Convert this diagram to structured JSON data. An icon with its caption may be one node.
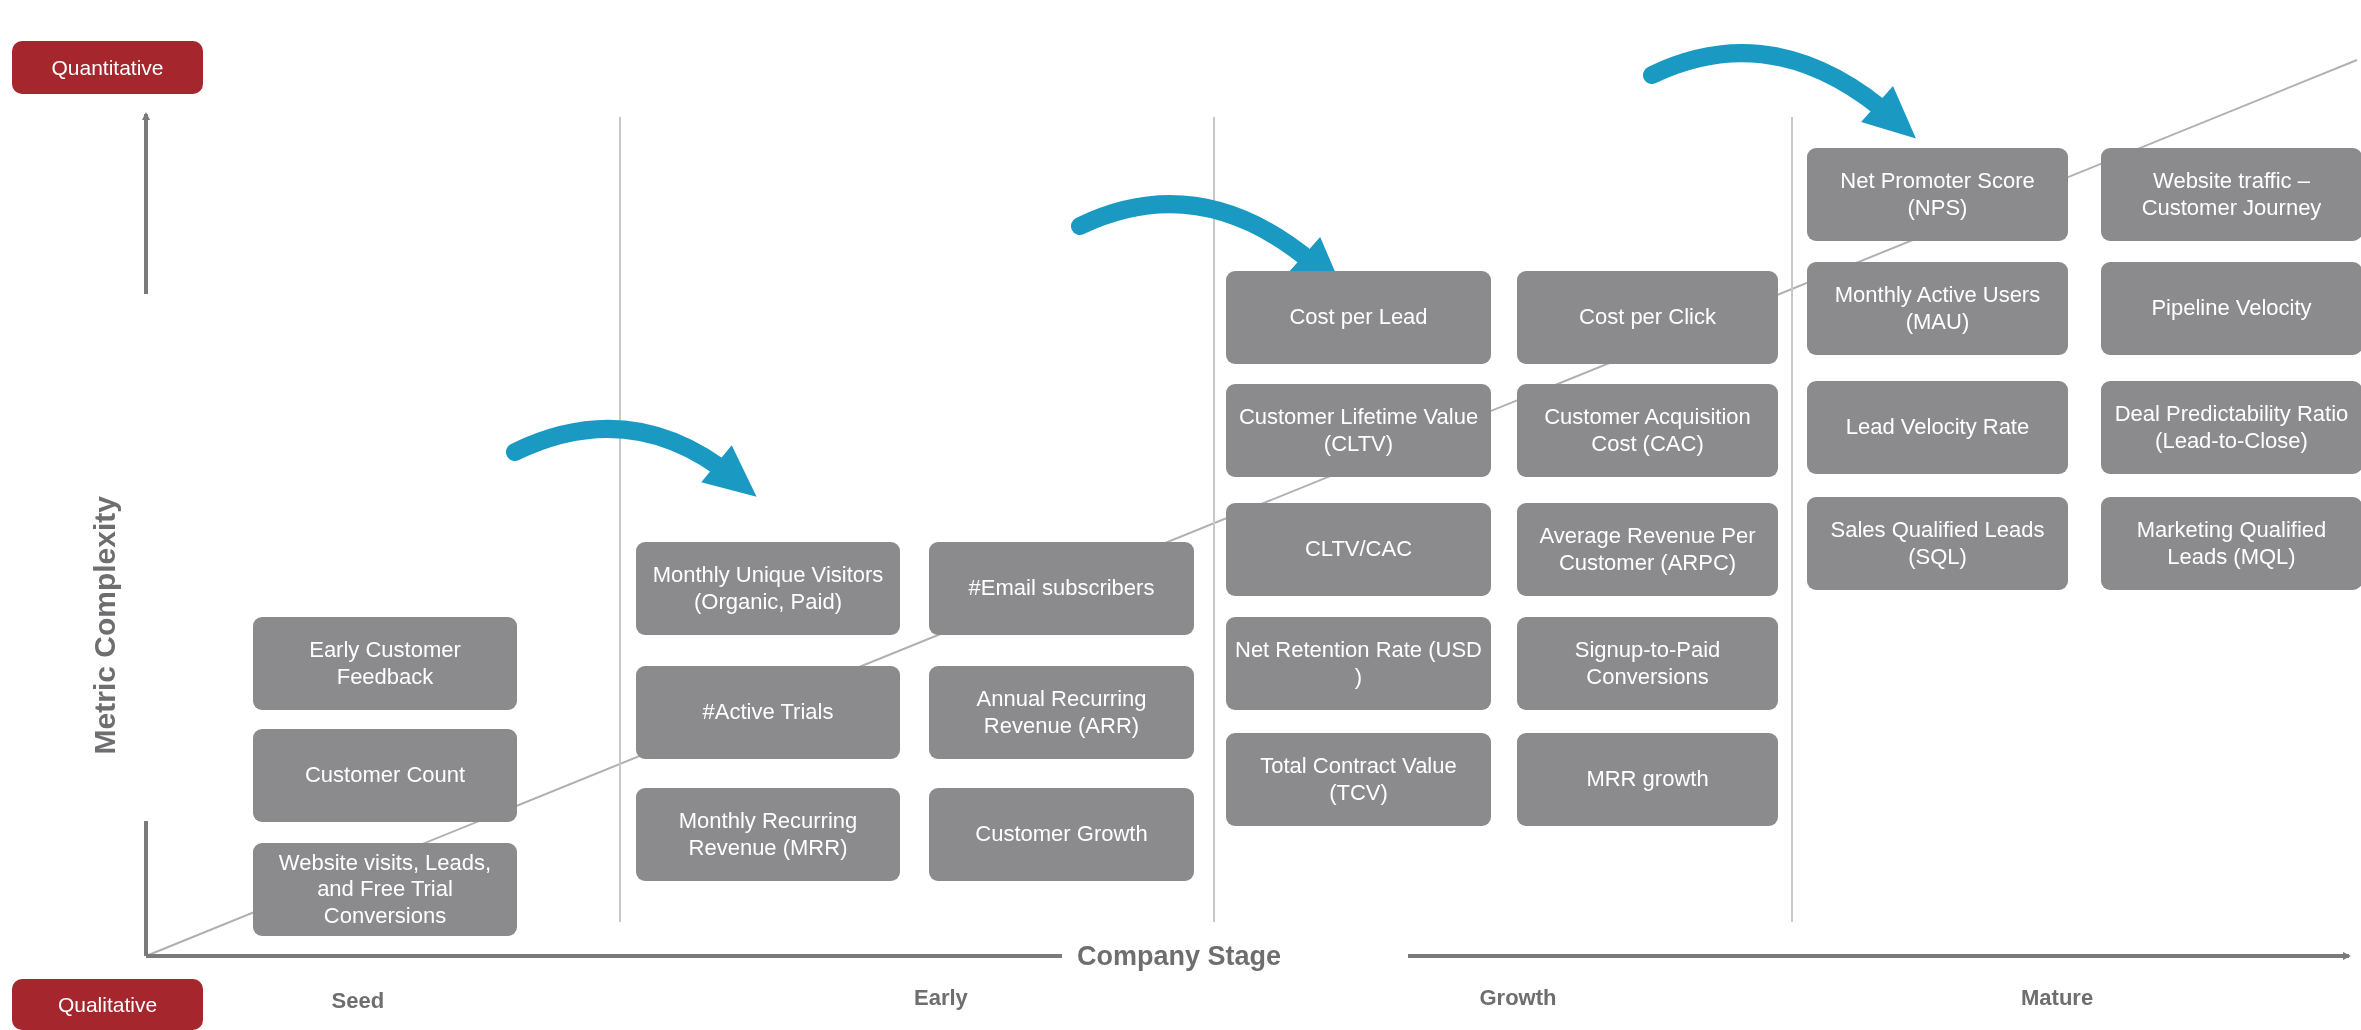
{
  "diagram": {
    "nodes": [
      {
        "text": [
          "Quantitative"
        ]
      },
      {
        "text": [
          "Qualitative"
        ]
      },
      {
        "text": [
          "Early Customer Feedback"
        ]
      },
      {
        "text": [
          "Customer Count"
        ]
      },
      {
        "text": [
          "Website visits, Leads, and Free Trial Conversions"
        ]
      },
      {
        "text": [
          "Monthly Unique Visitors (Organic, Paid)"
        ]
      },
      {
        "text": [
          "#Email subscribers"
        ]
      },
      {
        "text": [
          "#Active Trials"
        ]
      },
      {
        "text": [
          "Annual Recurring Revenue (ARR)"
        ]
      },
      {
        "text": [
          "Monthly Recurring Revenue (MRR)"
        ]
      },
      {
        "text": [
          "Customer Growth"
        ]
      },
      {
        "text": [
          "Cost per Lead"
        ]
      },
      {
        "text": [
          "Cost per Click"
        ]
      },
      {
        "text": [
          "Customer Lifetime Value (CLTV)"
        ]
      },
      {
        "text": [
          "Customer Acquisition Cost (CAC)"
        ]
      },
      {
        "text": [
          "CLTV/CAC"
        ]
      },
      {
        "text": [
          "Average Revenue Per Customer (ARPC)"
        ]
      },
      {
        "text": [
          "Net Retention Rate (USD )"
        ]
      },
      {
        "text": [
          "Signup-to-Paid Conversions"
        ]
      },
      {
        "text": [
          "Total Contract Value (TCV)"
        ]
      },
      {
        "text": [
          "MRR growth"
        ]
      },
      {
        "text": [
          "Net Promoter Score (NPS)"
        ]
      },
      {
        "text": [
          "Website traffic – Customer Journey"
        ]
      },
      {
        "text": [
          "Monthly Active Users (MAU)"
        ]
      },
      {
        "text": [
          "Pipeline Velocity"
        ]
      },
      {
        "text": [
          "Lead Velocity Rate"
        ]
      },
      {
        "text": [
          "Deal Predictability Ratio (Lead-to-Close)"
        ]
      },
      {
        "text": [
          "Sales Qualified Leads (SQL)"
        ]
      },
      {
        "text": [
          "Marketing Qualified Leads (MQL)"
        ]
      }
    ],
    "labels": [
      "Metric Complexity",
      "Company Stage",
      "Seed",
      "Early",
      "Growth",
      "Mature"
    ]
  }
}
